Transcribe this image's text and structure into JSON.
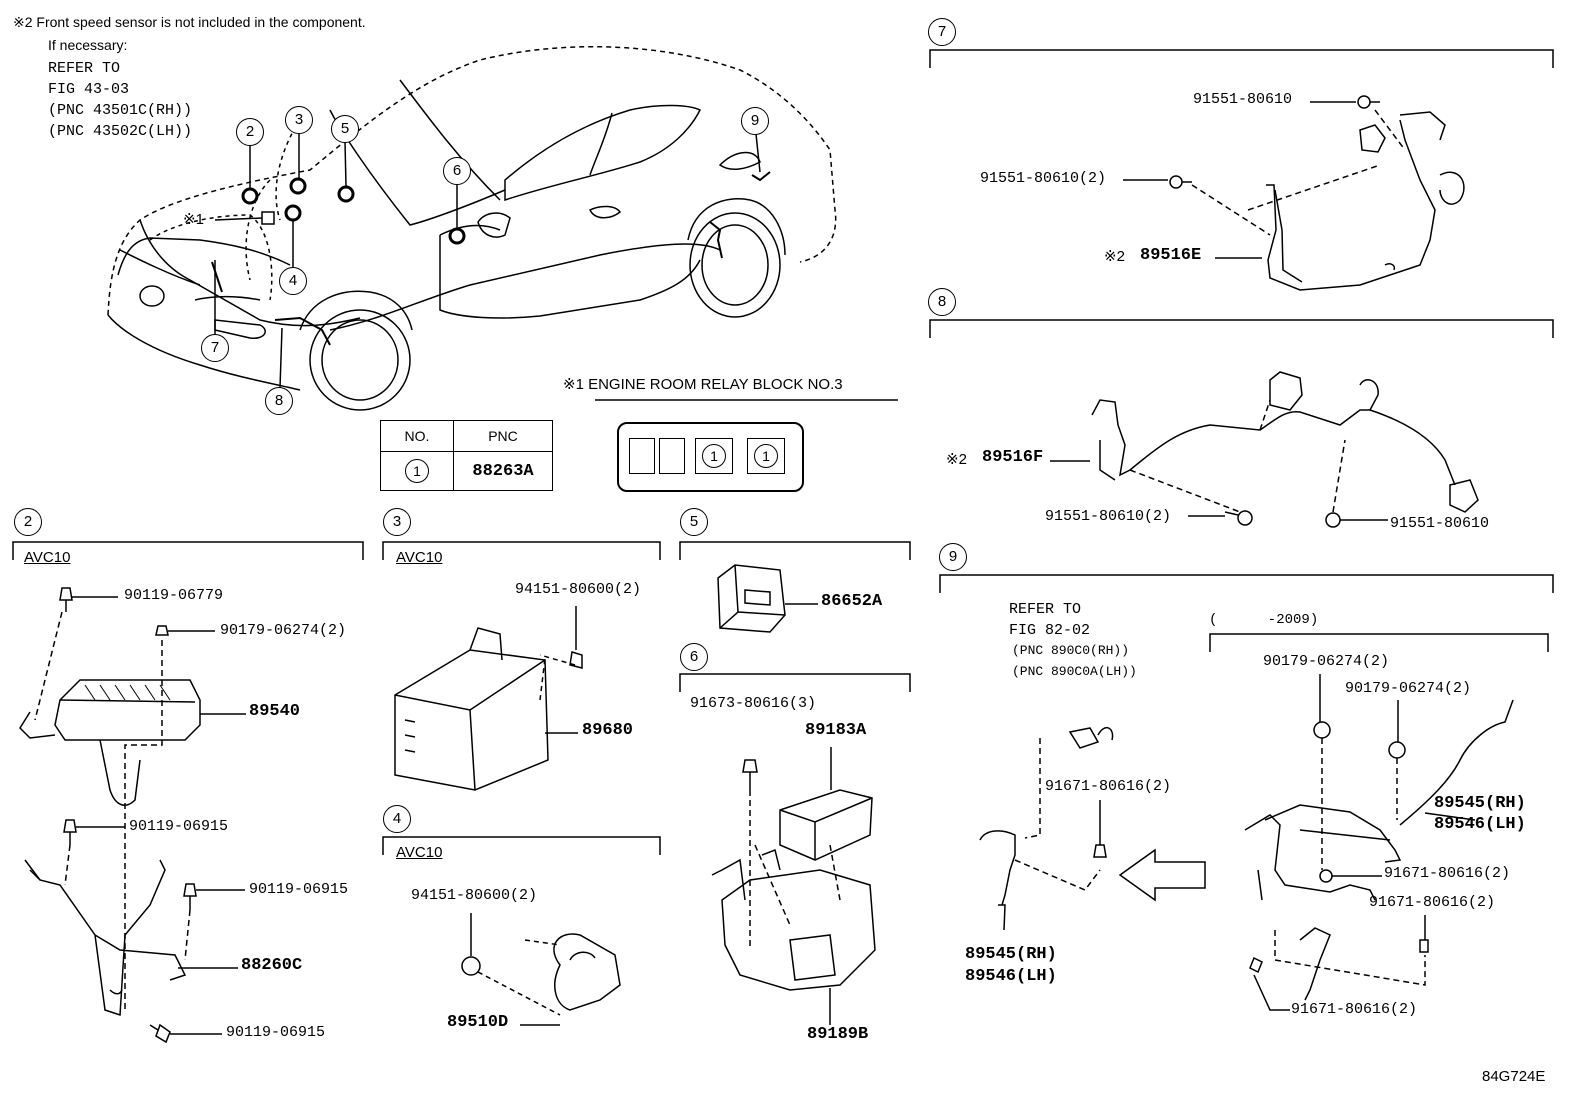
{
  "notes": {
    "note2_mark": "※2",
    "note2_text": "Front speed sensor is not included in the component.",
    "if_necessary": "If necessary:",
    "refer_lines": [
      "REFER TO",
      "FIG 43-03",
      "(PNC 43501C(RH))",
      "(PNC 43502C(LH))"
    ],
    "note1_mark": "※1",
    "note1_text": "ENGINE ROOM RELAY BLOCK NO.3"
  },
  "car_callouts": [
    "2",
    "3",
    "5",
    "9",
    "6",
    "4",
    "7",
    "8"
  ],
  "car_note_mark": "※1",
  "pnc_table": {
    "header_no": "NO.",
    "header_pnc": "PNC",
    "row_no": "1",
    "row_pnc": "88263A"
  },
  "relay_block": {
    "slot_labels": [
      "1",
      "1"
    ]
  },
  "sections": {
    "s2": {
      "num": "2",
      "tag": "AVC10",
      "parts": [
        "90119-06779",
        "90179-06274(2)",
        "89540",
        "90119-06915",
        "90119-06915",
        "88260C",
        "90119-06915"
      ]
    },
    "s3": {
      "num": "3",
      "tag": "AVC10",
      "parts": [
        "94151-80600(2)",
        "89680"
      ]
    },
    "s4": {
      "num": "4",
      "tag": "AVC10",
      "parts": [
        "94151-80600(2)",
        "89510D"
      ]
    },
    "s5": {
      "num": "5",
      "parts": [
        "86652A"
      ]
    },
    "s6": {
      "num": "6",
      "parts": [
        "91673-80616(3)",
        "89183A",
        "89189B"
      ]
    },
    "s7": {
      "num": "7",
      "parts": [
        "91551-80610",
        "91551-80610(2)",
        "89516E"
      ],
      "mark": "※2"
    },
    "s8": {
      "num": "8",
      "parts": [
        "89516F",
        "91551-80610(2)",
        "91551-80610"
      ],
      "mark": "※2"
    },
    "s9": {
      "num": "9",
      "refer_lines": [
        "REFER TO",
        "FIG 82-02",
        "(PNC 890C0(RH))",
        "(PNC 890C0A(LH))"
      ],
      "range": "(      -2009)",
      "parts": [
        "91671-80616(2)",
        "89545(RH)",
        "89546(LH)",
        "90179-06274(2)",
        "90179-06274(2)",
        "89545(RH)",
        "89546(LH)",
        "91671-80616(2)",
        "91671-80616(2)",
        "91671-80616(2)"
      ]
    }
  },
  "figure_code": "84G724E"
}
